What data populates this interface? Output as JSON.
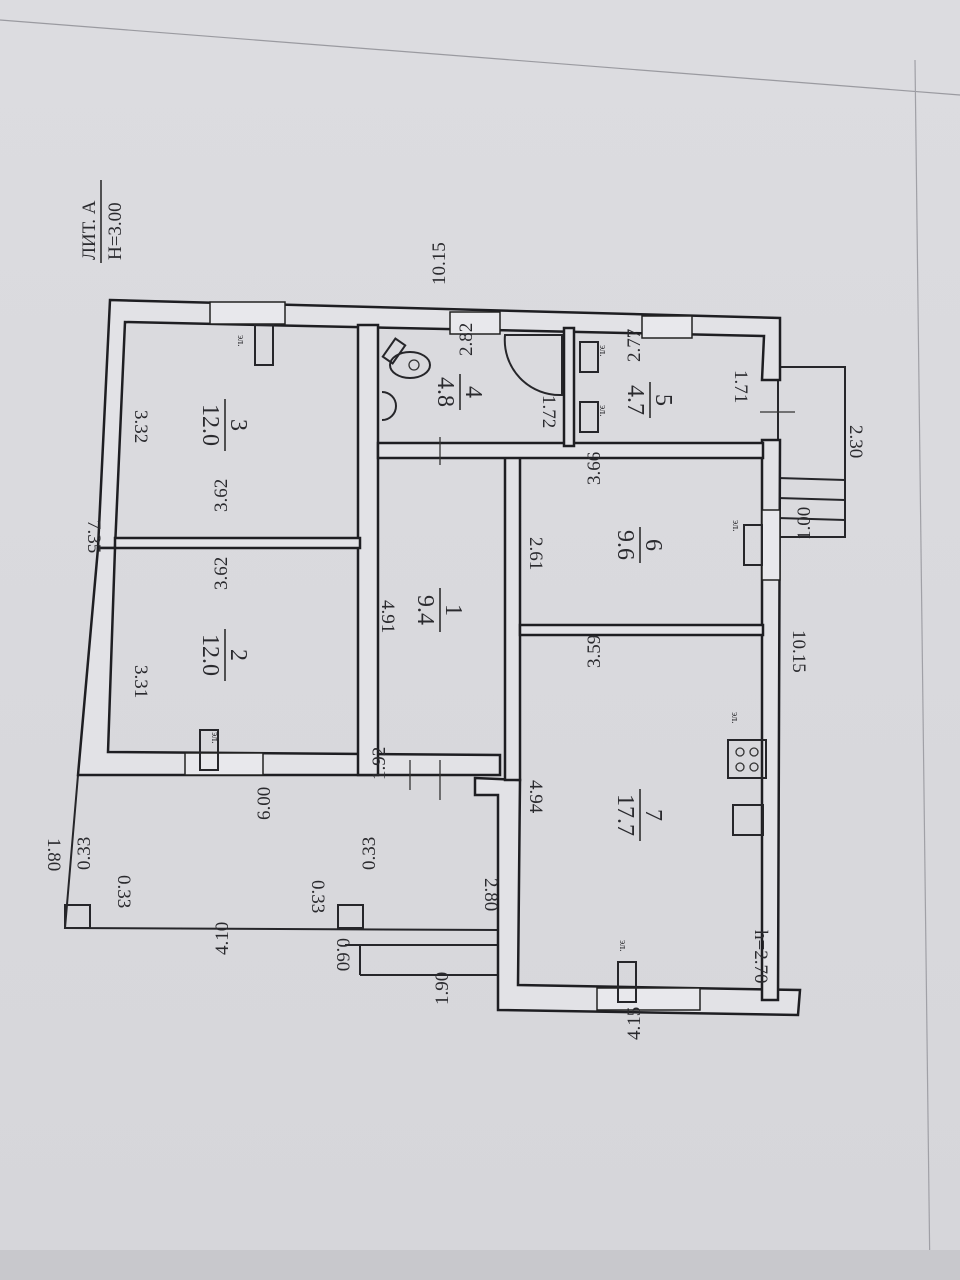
{
  "title": {
    "lit": "ЛИТ. А",
    "height": "H=3.00"
  },
  "rooms": [
    {
      "number": "1",
      "area": "9.4"
    },
    {
      "number": "2",
      "area": "12.0"
    },
    {
      "number": "3",
      "area": "12.0"
    },
    {
      "number": "4",
      "area": "4.8"
    },
    {
      "number": "5",
      "area": "4.7"
    },
    {
      "number": "6",
      "area": "9.6"
    },
    {
      "number": "7",
      "area": "17.7"
    }
  ],
  "dimensions": {
    "outer_top": "10.15",
    "outer_bottom": "10.15",
    "left_upper": "7.35",
    "kitchen_end": "4.15",
    "r3_len": "3.32",
    "r3_width": "3.62",
    "r2_width": "3.62",
    "r2_len": "3.31",
    "r1_len": "4.91",
    "r1_door": "1.92",
    "r2_bottom": "6.00",
    "r4_len": "2.82",
    "r4_width": "1.72",
    "r5_len": "2.77",
    "r5_width": "1.71",
    "r6_len": "3.66",
    "r6_width": "2.61",
    "r7_len": "3.59",
    "r7_width": "4.94",
    "h_kitchen": "h=2.70",
    "porch_right_depth": "1.00",
    "porch_right_len": "2.30",
    "porch_left_len": "4.10",
    "porch_left_w": "2.80",
    "porch_left_a": "1.80",
    "porch_col_a": "0.33",
    "porch_col_b": "0.33",
    "porch_col_c": "0.33",
    "porch_col_d": "0.33",
    "porch_step": "0.60",
    "porch_bottom": "1.90"
  },
  "heater_label": "эл."
}
